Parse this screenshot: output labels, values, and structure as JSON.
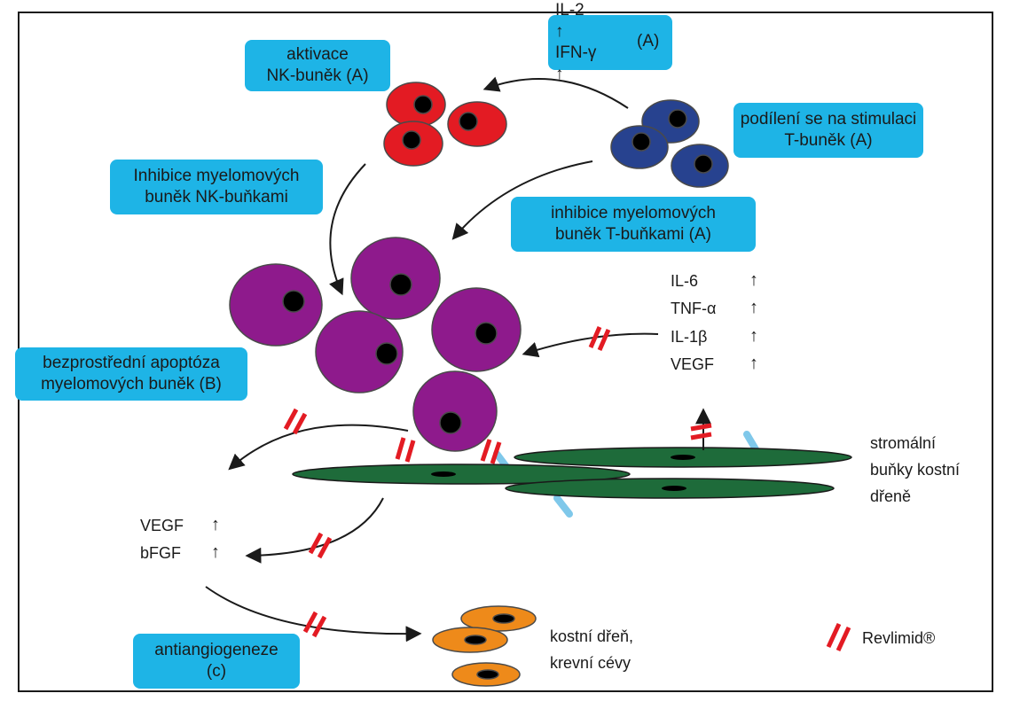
{
  "labels": {
    "nk_activation": [
      "aktivace",
      "NK-buněk (A)"
    ],
    "il2_ifn": {
      "line1": "IL-2",
      "line2": "IFN-γ",
      "suffix": "(A)"
    },
    "t_cell_stimulation": [
      "podílení se na stimulaci",
      "T-buněk (A)"
    ],
    "nk_inhibition": [
      "Inhibice myelomových",
      "buněk NK-buňkami"
    ],
    "t_cell_inhibition": [
      "inhibice myelomových",
      "buněk T-buňkami (A)"
    ],
    "apoptosis": [
      "bezprostřední apoptóza",
      "myelomových buněk (B)"
    ],
    "antiangiogenesis": [
      "antiangiogeneze",
      "(c)"
    ],
    "stromal_cells": [
      "stromální",
      "buňky kostní",
      "dřeně"
    ],
    "bone_marrow_vessels": [
      "kostní dřeň,",
      "krevní cévy"
    ],
    "revlimid": "Revlimid®"
  },
  "cytokines_right": [
    "IL-6",
    "TNF-α",
    "IL-1β",
    "VEGF"
  ],
  "cytokines_left": [
    "VEGF",
    "bFGF"
  ],
  "up_arrow_symbol": "↑",
  "colors": {
    "label_box": "#1eb4e6",
    "nk_cell": "#e31b23",
    "t_cell": "#27428f",
    "myeloma_cell": "#8e1a8c",
    "stromal_cell": "#1e6b3a",
    "vessel_cell": "#ee8a1a",
    "revlimid_mark": "#e31b23",
    "receptor": "#7fc8ea"
  }
}
